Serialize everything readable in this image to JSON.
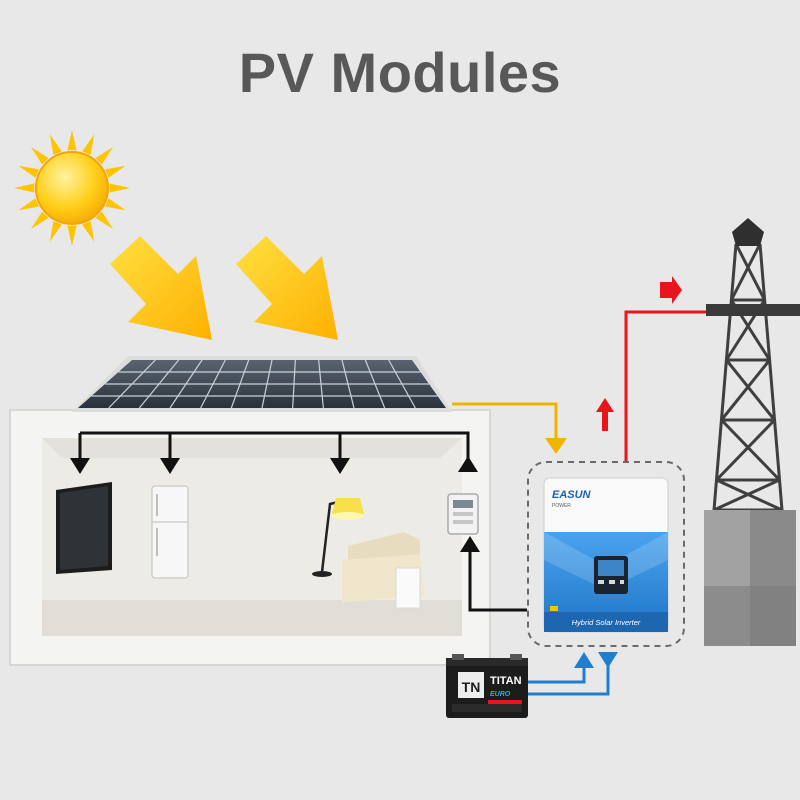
{
  "title": "PV Modules",
  "inverter": {
    "brand": "EASUN",
    "brand_sub": "POWER",
    "label": "Hybrid Solar Inverter"
  },
  "battery": {
    "logo": "TN",
    "brand": "TITAN",
    "sub": "EURO"
  },
  "colors": {
    "pv_line": "#f0b400",
    "grid_line": "#e8161c",
    "battery_line": "#1f7ed0",
    "load_line": "#111111",
    "background": "#e8e8e8",
    "sun": "#ffc800",
    "inverter_blue": "#2f8fe0"
  },
  "icons": [
    "sun-icon",
    "sunlight-arrow-icon",
    "solar-panel-icon",
    "tv-icon",
    "refrigerator-icon",
    "floor-lamp-icon",
    "sofa-icon",
    "electric-meter-icon",
    "inverter-icon",
    "battery-icon",
    "power-tower-icon"
  ]
}
